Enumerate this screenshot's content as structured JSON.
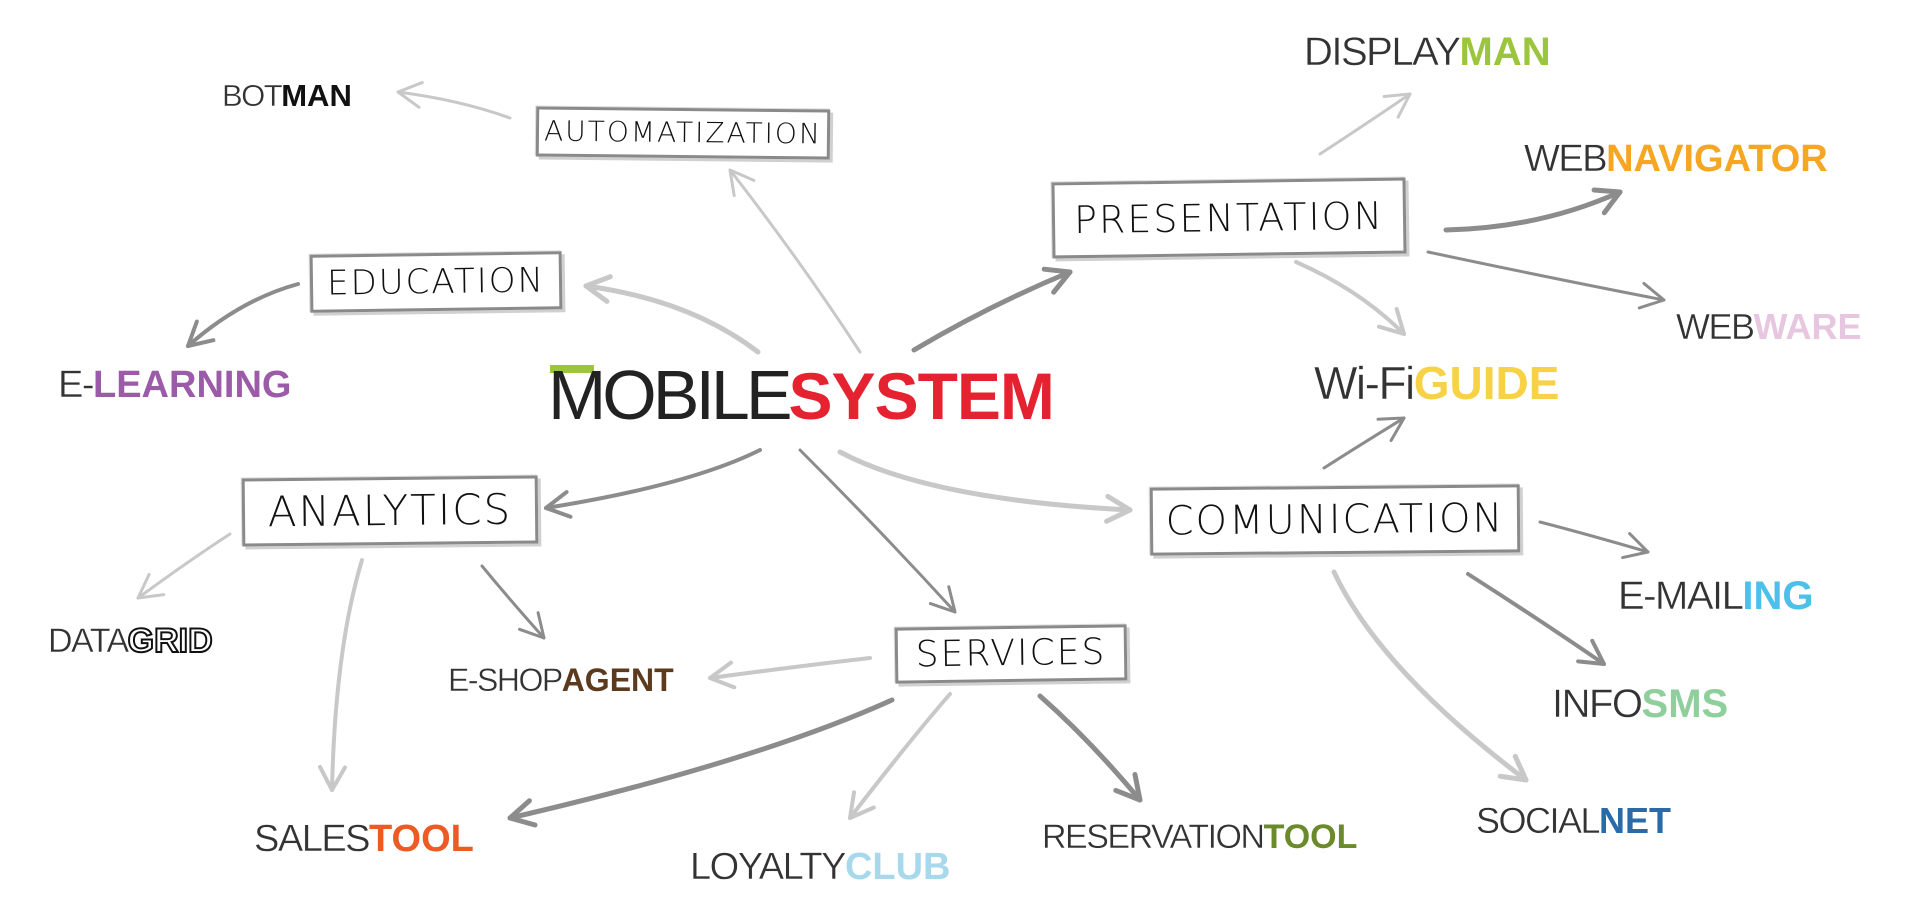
{
  "colors": {
    "ink": "#222222",
    "arrow_dark": "#8c8c8c",
    "arrow_light": "#c8c8c8",
    "accent_green": "#9bc53d",
    "system_red": "#e52330"
  },
  "title": {
    "prefix": "MOBILE",
    "suffix": "SYSTEM",
    "suffix_color": "#e52330",
    "accent_color": "#9bc53d"
  },
  "categories": [
    {
      "id": "automatization",
      "label": "AUTOMATIZATION"
    },
    {
      "id": "education",
      "label": "EDUCATION"
    },
    {
      "id": "analytics",
      "label": "ANALYTICS"
    },
    {
      "id": "services",
      "label": "SERVICES"
    },
    {
      "id": "presentation",
      "label": "PRESENTATION"
    },
    {
      "id": "comunication",
      "label": "COMUNICATION"
    }
  ],
  "products": [
    {
      "id": "botman",
      "prefix": "BOT",
      "suffix": "MAN",
      "color": "#111111",
      "style": "solid"
    },
    {
      "id": "e-learning",
      "prefix": "E-",
      "suffix": "LEARNING",
      "color": "#9b5ba8",
      "style": "solid"
    },
    {
      "id": "datagrid",
      "prefix": "DATA",
      "suffix": "GRID",
      "color": "#111111",
      "style": "outline"
    },
    {
      "id": "e-shopagent",
      "prefix": "E-SHOP",
      "suffix": "AGENT",
      "color": "#5b3a1e",
      "style": "solid"
    },
    {
      "id": "salestool",
      "prefix": "SALES",
      "suffix": "TOOL",
      "color": "#ee5a24",
      "style": "solid"
    },
    {
      "id": "loyaltyclub",
      "prefix": "LOYALTY",
      "suffix": "CLUB",
      "color": "#a7d8ec",
      "style": "solid"
    },
    {
      "id": "reservationtool",
      "prefix": "RESERVATION",
      "suffix": "TOOL",
      "color": "#6a8a2c",
      "style": "solid"
    },
    {
      "id": "displayman",
      "prefix": "DISPLAY",
      "suffix": "MAN",
      "color": "#9bc53d",
      "style": "solid"
    },
    {
      "id": "webnavigator",
      "prefix": "WEB",
      "suffix": "NAVIGATOR",
      "color": "#f5a623",
      "style": "solid"
    },
    {
      "id": "webware",
      "prefix": "WEB",
      "suffix": "WARE",
      "color": "#e7c6e0",
      "style": "solid"
    },
    {
      "id": "wifiguide",
      "prefix": "Wi-Fi",
      "suffix": "GUIDE",
      "color": "#f8d246",
      "style": "solid"
    },
    {
      "id": "e-mailing",
      "prefix": "E-MAIL",
      "suffix": "ING",
      "color": "#4cc0e8",
      "style": "solid"
    },
    {
      "id": "infosms",
      "prefix": "INFO",
      "suffix": "SMS",
      "color": "#8fcf9c",
      "style": "solid"
    },
    {
      "id": "socialnet",
      "prefix": "SOCIAL",
      "suffix": "NET",
      "color": "#2a6aa8",
      "style": "solid"
    }
  ]
}
